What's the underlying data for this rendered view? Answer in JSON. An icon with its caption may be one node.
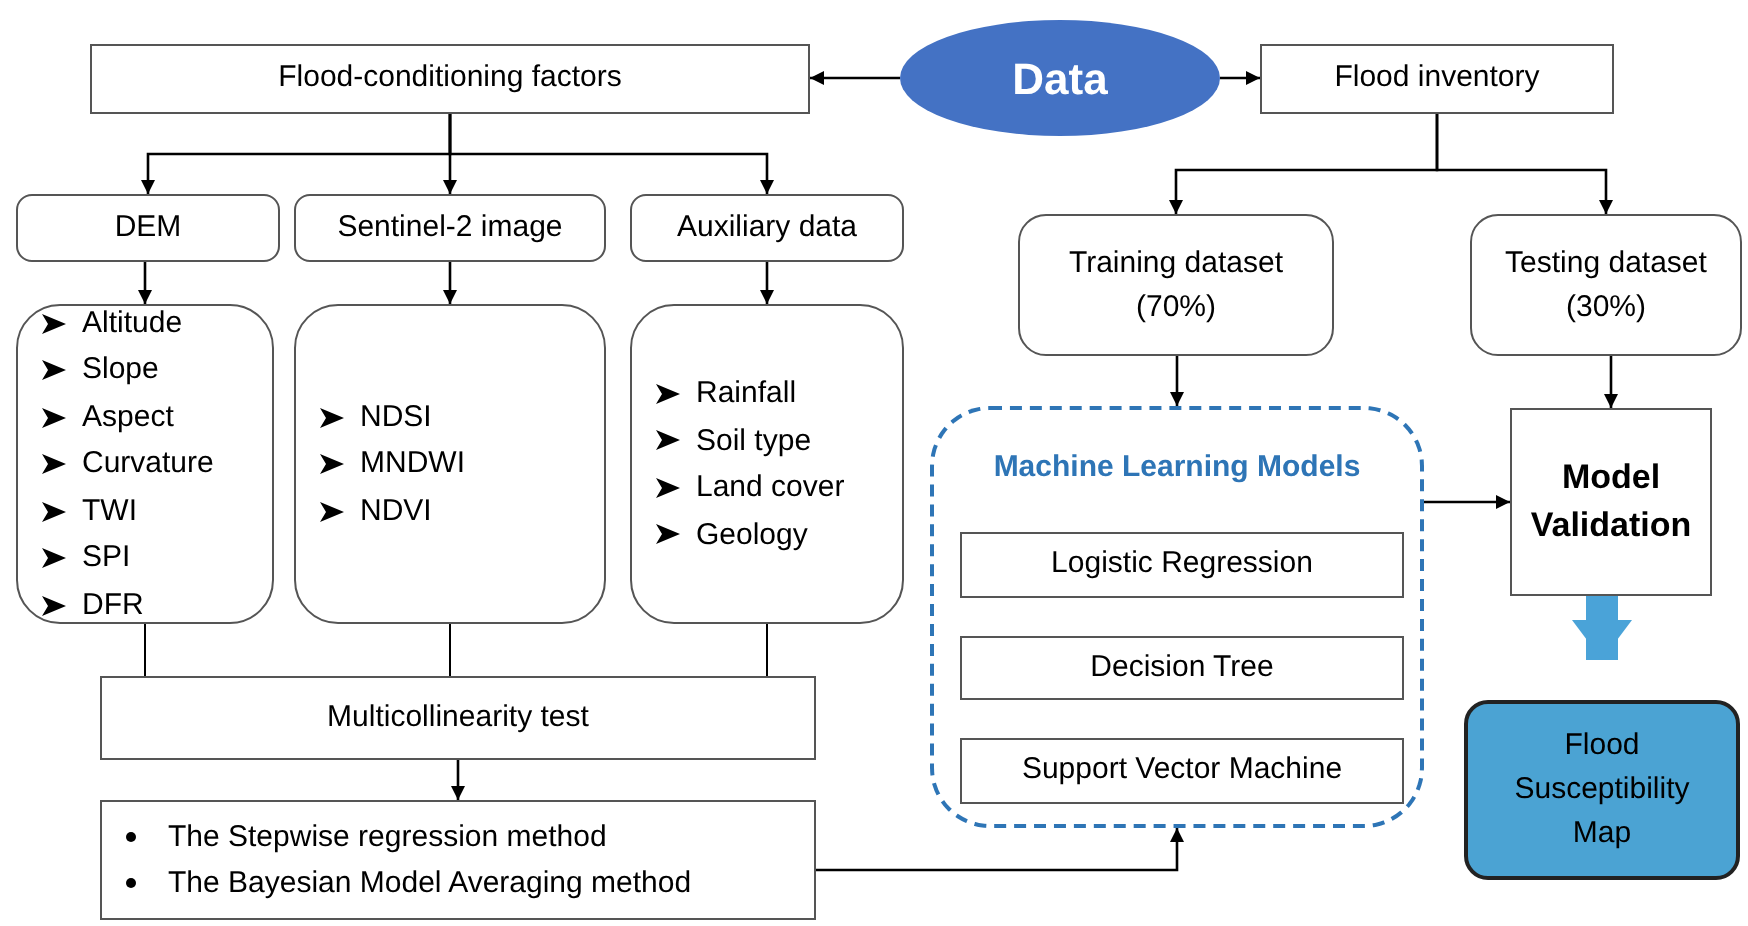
{
  "diagram": {
    "nodes": [
      {
        "text": [
          "Data"
        ]
      },
      {
        "text": [
          "Flood-conditioning factors"
        ]
      },
      {
        "text": [
          "Flood inventory"
        ]
      },
      {
        "text": [
          "DEM"
        ]
      },
      {
        "text": [
          "Sentinel-2 image"
        ]
      },
      {
        "text": [
          "Auxiliary data"
        ]
      },
      {
        "text": [
          "Altitude",
          "Slope",
          "Aspect",
          "Curvature",
          "TWI",
          "SPI",
          "DFR"
        ]
      },
      {
        "text": [
          "NDSI",
          "MNDWI",
          "NDVI"
        ]
      },
      {
        "text": [
          "Rainfall",
          "Soil type",
          "Land cover",
          "Geology"
        ]
      },
      {
        "text": [
          "Multicollinearity test"
        ]
      },
      {
        "text": [
          "The Stepwise regression method",
          "The Bayesian Model Averaging method"
        ]
      },
      {
        "text": [
          "Training dataset (70%)"
        ]
      },
      {
        "text": [
          "Testing dataset (30%)"
        ]
      },
      {
        "text": [
          "Machine Learning Models"
        ]
      },
      {
        "text": [
          "Logistic Regression"
        ],
        "in": 13
      },
      {
        "text": [
          "Decision Tree"
        ],
        "in": 13
      },
      {
        "text": [
          "Support Vector Machine"
        ],
        "in": 13
      },
      {
        "text": [
          "Model Validation"
        ]
      },
      {
        "text": [
          "Flood Susceptibility Map"
        ]
      }
    ],
    "edges": [
      {
        "from": 0,
        "to": 1,
        "arrow": "to"
      },
      {
        "from": 0,
        "to": 2,
        "arrow": "to"
      },
      {
        "from": 1,
        "to": 3,
        "arrow": "to"
      },
      {
        "from": 1,
        "to": 4,
        "arrow": "to"
      },
      {
        "from": 1,
        "to": 5,
        "arrow": "to"
      },
      {
        "from": 3,
        "to": 6,
        "arrow": "to"
      },
      {
        "from": 4,
        "to": 7,
        "arrow": "to"
      },
      {
        "from": 5,
        "to": 8,
        "arrow": "to"
      },
      {
        "from": 6,
        "to": 9,
        "arrow": "none"
      },
      {
        "from": 7,
        "to": 9,
        "arrow": "none"
      },
      {
        "from": 8,
        "to": 9,
        "arrow": "none"
      },
      {
        "from": 9,
        "to": 10,
        "arrow": "to"
      },
      {
        "from": 10,
        "to": 13,
        "arrow": "to"
      },
      {
        "from": 2,
        "to": 11,
        "arrow": "to"
      },
      {
        "from": 2,
        "to": 12,
        "arrow": "to"
      },
      {
        "from": 11,
        "to": 13,
        "arrow": "to"
      },
      {
        "from": 12,
        "to": 17,
        "arrow": "to"
      },
      {
        "from": 13,
        "to": 17,
        "arrow": "to"
      },
      {
        "from": 17,
        "to": 18,
        "arrow": "to",
        "style": "thick",
        "color": "#4aa3d8"
      }
    ]
  }
}
